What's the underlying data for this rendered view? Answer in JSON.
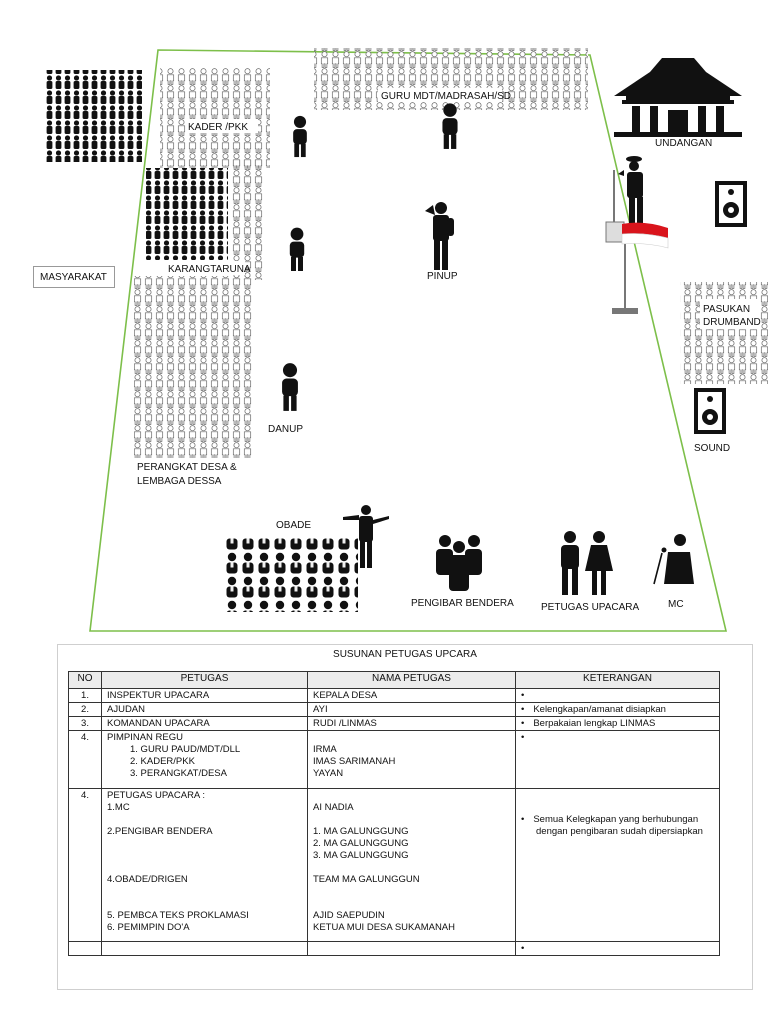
{
  "diagram": {
    "labels": {
      "masyarakat": "MASYARAKAT",
      "kader_pkk": "KADER /PKK",
      "karang_taruna": "KARANGTARUNA",
      "guru": "GURU MDT/MADRASAH/SD",
      "undangan": "UNDANGAN",
      "pinup": "PINUP",
      "danup": "DANUP",
      "perangkat_line1": "PERANGKAT DESA &",
      "perangkat_line2": "LEMBAGA DESSA",
      "pasukan_line1": "PASUKAN",
      "pasukan_line2": "DRUMBAND",
      "sound": "SOUND",
      "obade": "OBADE",
      "pengibar": "PENGIBAR BENDERA",
      "petugas_upacara": "PETUGAS UPACARA",
      "mc": "MC"
    },
    "colors": {
      "field_line": "#7dbf4a",
      "flag_red": "#d9141c",
      "figure": "#111111",
      "outline": "#555555"
    },
    "icons": [
      "person-icon",
      "saluting-officer-icon",
      "joglo-house-icon",
      "speaker-icon",
      "flagpole-icon",
      "conductor-icon",
      "group-icon",
      "couple-icon",
      "mc-icon"
    ]
  },
  "table": {
    "title": "SUSUNAN PETUGAS UPCARA",
    "headers": [
      "NO",
      "PETUGAS",
      "NAMA PETUGAS",
      "KETERANGAN"
    ],
    "rows": [
      {
        "no": "1.",
        "petugas": [
          "INSPEKTUR UPACARA"
        ],
        "nama": [
          "KEPALA DESA"
        ],
        "ket": ""
      },
      {
        "no": "2.",
        "petugas": [
          "AJUDAN"
        ],
        "nama": [
          "AYI"
        ],
        "ket": "Kelengkapan/amanat disiapkan"
      },
      {
        "no": "3.",
        "petugas": [
          "KOMANDAN UPACARA"
        ],
        "nama": [
          "RUDI /LINMAS"
        ],
        "ket": "Berpakaian lengkap LINMAS"
      },
      {
        "no": "4.",
        "petugas_title": "PIMPINAN REGU",
        "petugas_items": [
          "1.       GURU PAUD/MDT/DLL",
          "2.       KADER/PKK",
          "3.       PERANGKAT/DESA"
        ],
        "nama": [
          "IRMA",
          "IMAS SARIMANAH",
          "YAYAN"
        ],
        "ket": ""
      },
      {
        "no": "4.",
        "petugas_title": "PETUGAS UPACARA :",
        "mc": "1.MC",
        "pengibar": "2.PENGIBAR BENDERA",
        "obade": "4.OBADE/DRIGEN",
        "pembaca": "5. PEMBCA TEKS PROKLAMASI",
        "doa": "6. PEMIMPIN DO'A",
        "nama_mc": "AI NADIA",
        "nama_pengibar": [
          "1. MA GALUNGGUNG",
          "2. MA GALUNGGUNG",
          "3. MA GALUNGGUNG"
        ],
        "nama_obade": "TEAM MA GALUNGGUN",
        "nama_pembaca": "AJID SAEPUDIN",
        "nama_doa": "KETUA MUI DESA SUKAMANAH",
        "ket_line1": "Semua Kelegkapan yang berhubungan",
        "ket_line2": "dengan pengibaran sudah dipersiapkan"
      },
      {
        "no": "",
        "petugas": [
          ""
        ],
        "nama": [
          ""
        ],
        "ket": ""
      }
    ]
  }
}
